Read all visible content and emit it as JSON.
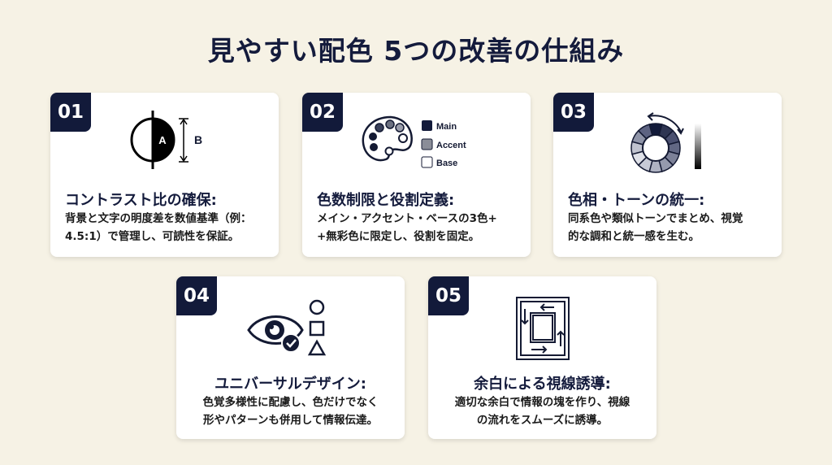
{
  "title": "見やすい配色 5つの改善の仕組み",
  "cards": [
    {
      "num": "01",
      "heading": "コントラスト比の確保:",
      "lines": [
        "背景と文字の明度差を数値基準（例：",
        "4.5:1）で管理し、可読性を保証。"
      ],
      "icon_labels": {
        "a": "A",
        "b": "B"
      }
    },
    {
      "num": "02",
      "heading": "色数制限と役割定義:",
      "lines": [
        "メイン・アクセント・ベースの3色+",
        "+無彩色に限定し、役割を固定。"
      ],
      "legend": [
        "Main",
        "Accent",
        "Base"
      ]
    },
    {
      "num": "03",
      "heading": "色相・トーンの統一:",
      "lines": [
        "同系色や類似トーンでまとめ、視覚",
        "的な調和と統一感を生む。"
      ]
    },
    {
      "num": "04",
      "heading": "ユニバーサルデザイン:",
      "lines": [
        "色覚多様性に配慮し、色だけでなく",
        "形やパターンも併用して情報伝達。"
      ]
    },
    {
      "num": "05",
      "heading": "余白による視線誘導:",
      "lines": [
        "適切な余白で情報の塊を作り、視線",
        "の流れをスムーズに誘導。"
      ]
    }
  ],
  "colors": {
    "navy": "#121a3a",
    "background": "#f6f2e5",
    "accent_gray": "#8a8d98"
  }
}
